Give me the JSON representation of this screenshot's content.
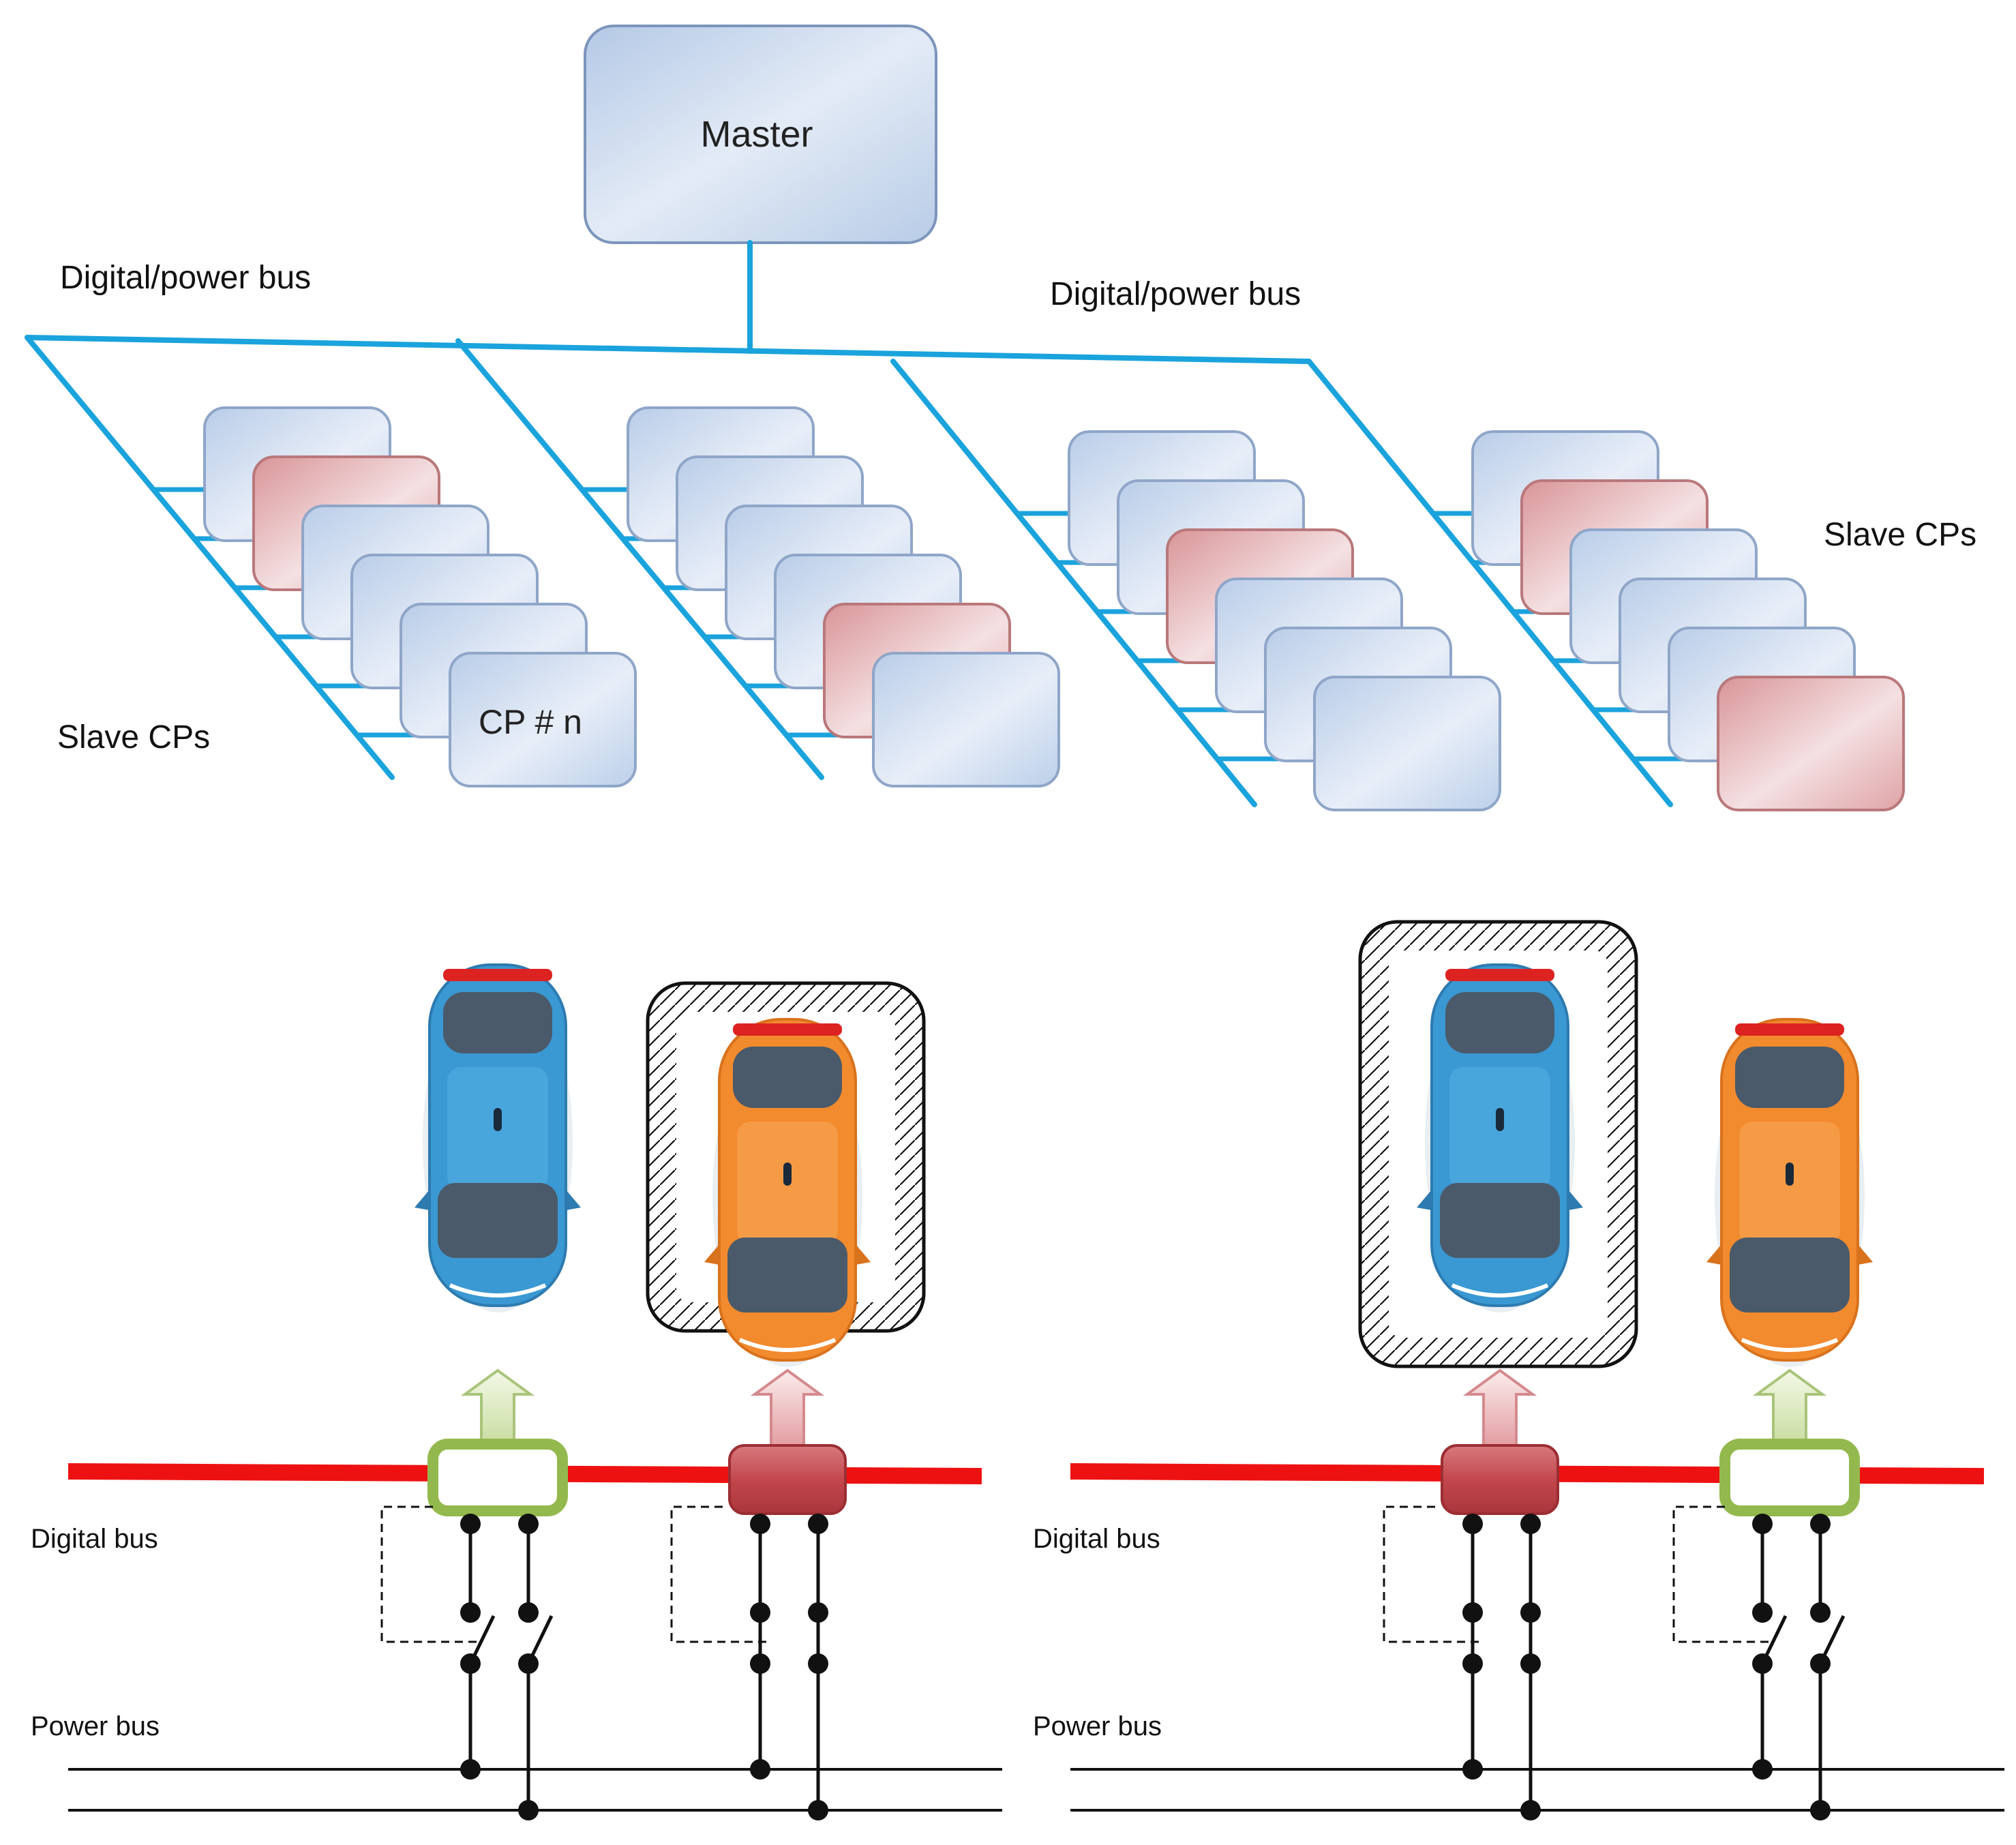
{
  "master": {
    "label": "Master"
  },
  "bus_labels": {
    "left": "Digital/power bus",
    "right": "Digital/power bus"
  },
  "slave_labels": {
    "left": "Slave CPs",
    "right": "Slave CPs"
  },
  "cp_label": "CP # n",
  "groups": [
    {
      "name": "group-1",
      "cards": [
        "blue",
        "red",
        "blue",
        "blue",
        "blue",
        "blue"
      ]
    },
    {
      "name": "group-2",
      "cards": [
        "blue",
        "blue",
        "blue",
        "blue",
        "red",
        "blue"
      ]
    },
    {
      "name": "group-3",
      "cards": [
        "blue",
        "blue",
        "red",
        "blue",
        "blue",
        "blue"
      ]
    },
    {
      "name": "group-4",
      "cards": [
        "blue",
        "red",
        "blue",
        "blue",
        "blue",
        "red"
      ]
    }
  ],
  "lower_panels": [
    {
      "digital_bus_label": "Digital bus",
      "power_bus_label": "Power bus",
      "charge_points": [
        {
          "state": "free",
          "switch": "open",
          "car": "blue",
          "car_highlighted": false
        },
        {
          "state": "occupied",
          "switch": "closed",
          "car": "orange",
          "car_highlighted": true
        }
      ]
    },
    {
      "digital_bus_label": "Digital bus",
      "power_bus_label": "Power bus",
      "charge_points": [
        {
          "state": "occupied",
          "switch": "closed",
          "car": "blue",
          "car_highlighted": true
        },
        {
          "state": "free",
          "switch": "open",
          "car": "orange",
          "car_highlighted": false
        }
      ]
    }
  ],
  "colors": {
    "bus_cyan": "#1aa3dc",
    "card_blue": "#c9d8ee",
    "card_red": "#e2a9ab",
    "master_fill": "#c5d6ec",
    "red_bus": "#ee1111",
    "cp_free_border": "#93b94e",
    "cp_occupied_fill": "#c0444a",
    "car_blue": "#3a98d2",
    "car_orange": "#f28a2e"
  }
}
